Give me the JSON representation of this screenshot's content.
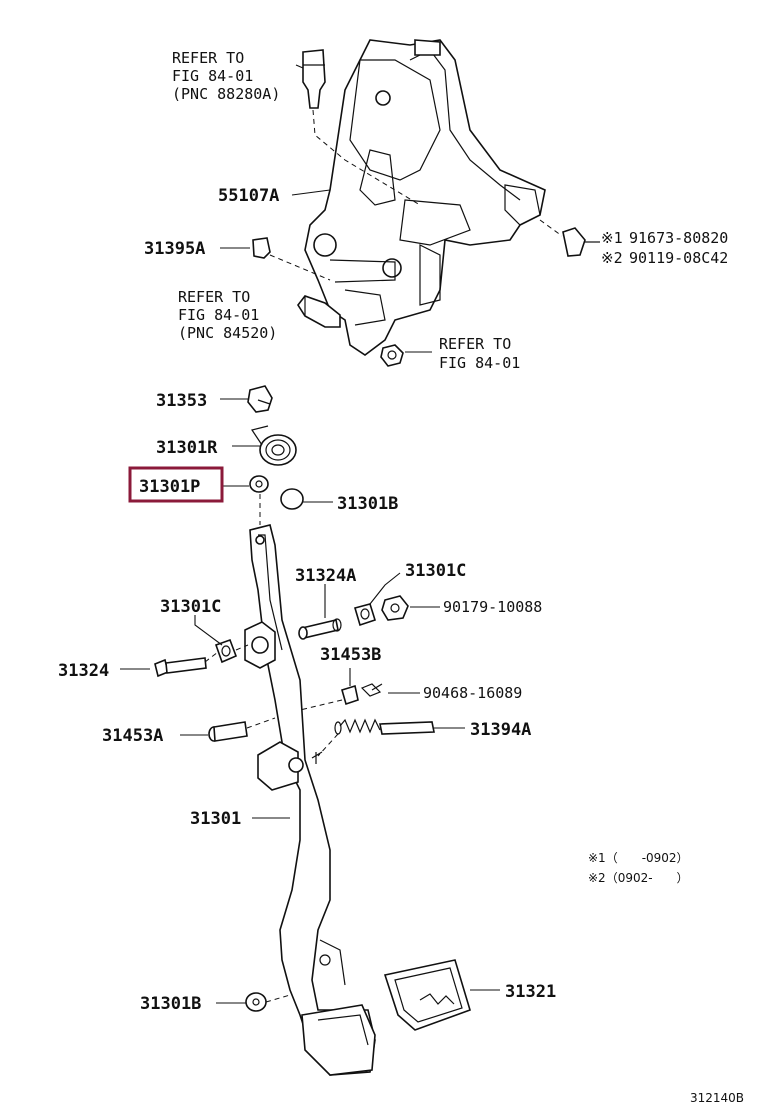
{
  "labels": {
    "refer_top": "REFER TO",
    "refer_top_fig": "FIG 84-01",
    "refer_top_pnc": "(PNC 88280A)",
    "p55107A": "55107A",
    "p31395A": "31395A",
    "refer_mid": "REFER TO",
    "refer_mid_fig": "FIG 84-01",
    "refer_mid_pnc": "(PNC 84520)",
    "refer_right": "REFER TO",
    "refer_right_fig": "FIG 84-01",
    "bolt1_mark": "※1",
    "bolt1": "91673-80820",
    "bolt2_mark": "※2",
    "bolt2": "90119-08C42",
    "p31353": "31353",
    "p31301R": "31301R",
    "p31301P": "31301P",
    "p31301B_top": "31301B",
    "p31324A": "31324A",
    "p31301C_right": "31301C",
    "p31301C_left": "31301C",
    "p90179": "90179-10088",
    "p31324": "31324",
    "p31453B": "31453B",
    "p90468": "90468-16089",
    "p31453A": "31453A",
    "p31394A": "31394A",
    "p31301": "31301",
    "p31301B_bottom": "31301B",
    "p31321": "31321"
  },
  "notes": {
    "n1": "※1（　　-0902）",
    "n2": "※2（0902-　　）"
  },
  "figure_code": "312140B",
  "highlight": {
    "part": "31301P",
    "color": "#8b1a3a"
  }
}
